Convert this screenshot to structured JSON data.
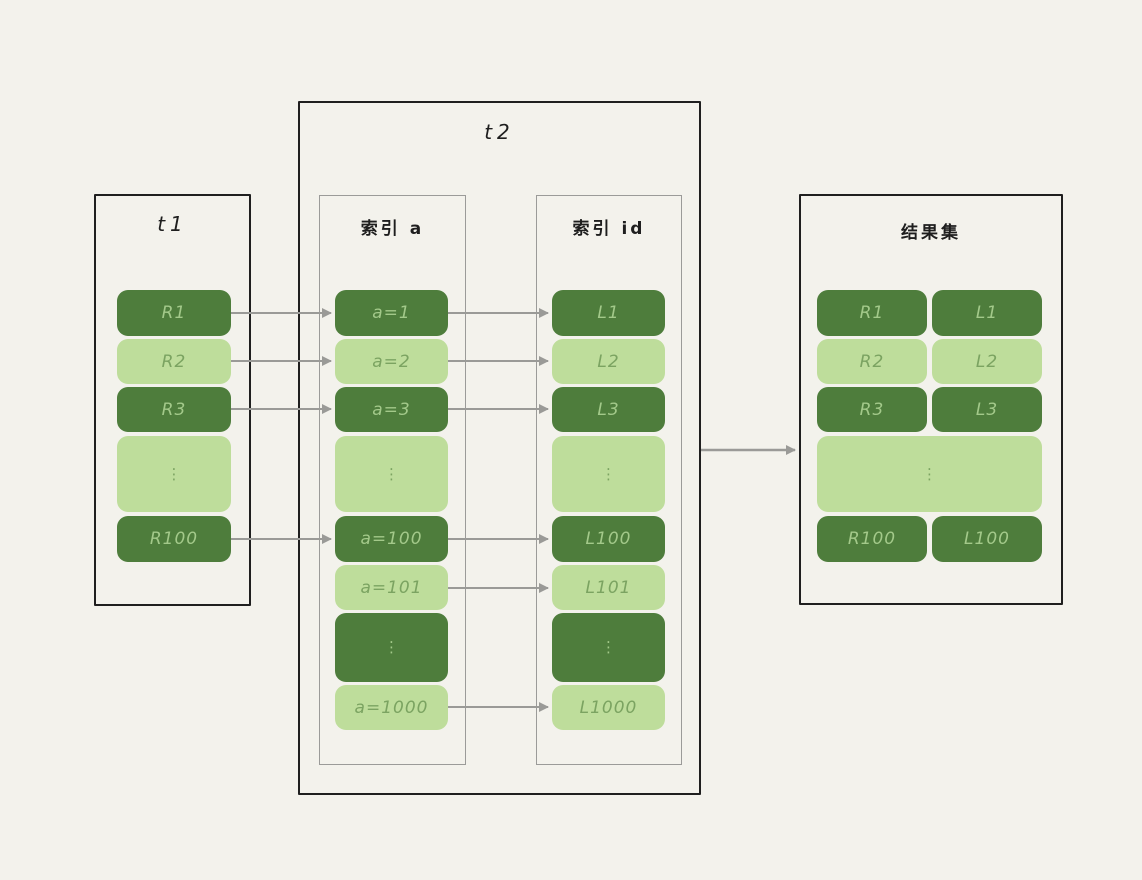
{
  "colors": {
    "background": "#f3f2ec",
    "dark_green": "#4e7d3c",
    "light_green": "#bedd9b",
    "text_on_dark": "#a3c98a",
    "text_on_light": "#7ba361",
    "arrow_gray": "#9a9a97",
    "inner_border_gray": "#9b9b99",
    "outer_border_black": "#1f1f1f"
  },
  "t1": {
    "title": "t1",
    "rows": [
      {
        "label": "R1"
      },
      {
        "label": "R2"
      },
      {
        "label": "R3"
      },
      {
        "label": "⋮"
      },
      {
        "label": "R100"
      }
    ]
  },
  "t2": {
    "title": "t2",
    "index_a": {
      "title": "索引 a",
      "rows": [
        {
          "label": "a=1"
        },
        {
          "label": "a=2"
        },
        {
          "label": "a=3"
        },
        {
          "label": "⋮"
        },
        {
          "label": "a=100"
        },
        {
          "label": "a=101"
        },
        {
          "label": "⋮"
        },
        {
          "label": "a=1000"
        }
      ]
    },
    "index_id": {
      "title": "索引 id",
      "rows": [
        {
          "label": "L1"
        },
        {
          "label": "L2"
        },
        {
          "label": "L3"
        },
        {
          "label": "⋮"
        },
        {
          "label": "L100"
        },
        {
          "label": "L101"
        },
        {
          "label": "⋮"
        },
        {
          "label": "L1000"
        }
      ]
    }
  },
  "result": {
    "title": "结果集",
    "rows": [
      {
        "left": "R1",
        "right": "L1"
      },
      {
        "left": "R2",
        "right": "L2"
      },
      {
        "left": "R3",
        "right": "L3"
      },
      {
        "ellipsis": "⋮"
      },
      {
        "left": "R100",
        "right": "L100"
      }
    ]
  }
}
